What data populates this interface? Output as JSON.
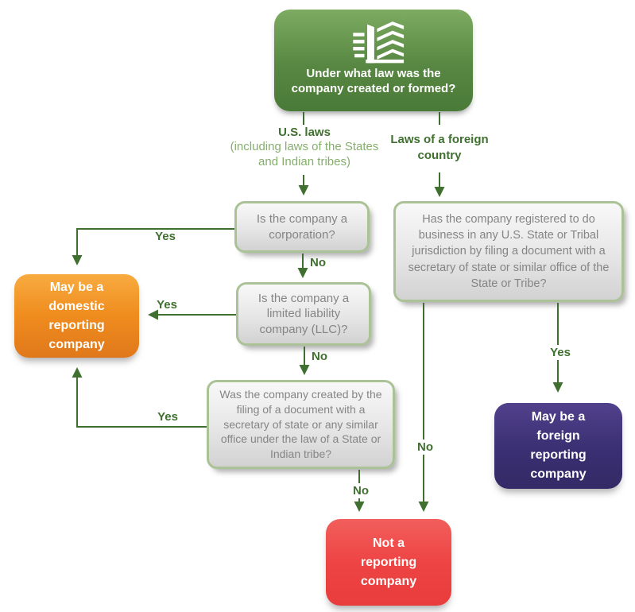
{
  "diagram": {
    "type": "decision-flowchart",
    "root": {
      "question": "Under what law was the company created or formed?",
      "icon": "building-icon"
    },
    "branches": {
      "us_laws": {
        "title": "U.S. laws",
        "subtitle": "(including laws of the States and Indian tribes)"
      },
      "foreign_laws": {
        "title": "Laws of a foreign country"
      }
    },
    "questions": {
      "corporation": {
        "text": "Is the company a corporation?"
      },
      "llc": {
        "text": "Is the company a limited liability company (LLC)?"
      },
      "filing": {
        "text": "Was the company created by the filing of a document with a secretary of state or any similar office under the law of a State or Indian tribe?"
      },
      "registered": {
        "text": "Has the company registered to do business in any U.S. State or Tribal jurisdiction by filing a document with a secretary of state or similar office of the State or Tribe?"
      }
    },
    "outcomes": {
      "domestic": {
        "text": "May be a domestic reporting company",
        "color": "#ef8c1e"
      },
      "foreign": {
        "text": "May be a foreign reporting company",
        "color": "#3a2f72"
      },
      "not_reporting": {
        "text": "Not a reporting company",
        "color": "#ee4444"
      }
    },
    "edges": {
      "corporation_yes": {
        "label": "Yes",
        "to": "domestic"
      },
      "corporation_no": {
        "label": "No",
        "to": "llc"
      },
      "llc_yes": {
        "label": "Yes",
        "to": "domestic"
      },
      "llc_no": {
        "label": "No",
        "to": "filing"
      },
      "filing_yes": {
        "label": "Yes",
        "to": "domestic"
      },
      "filing_no": {
        "label": "No",
        "to": "not_reporting"
      },
      "registered_yes": {
        "label": "Yes",
        "to": "foreign"
      },
      "registered_no": {
        "label": "No",
        "to": "not_reporting"
      }
    },
    "colors": {
      "root_green": "#578742",
      "arrow_green": "#3f7030",
      "branch_light_green": "#86ae6d",
      "question_border": "#abc297",
      "question_text": "#858585"
    }
  }
}
